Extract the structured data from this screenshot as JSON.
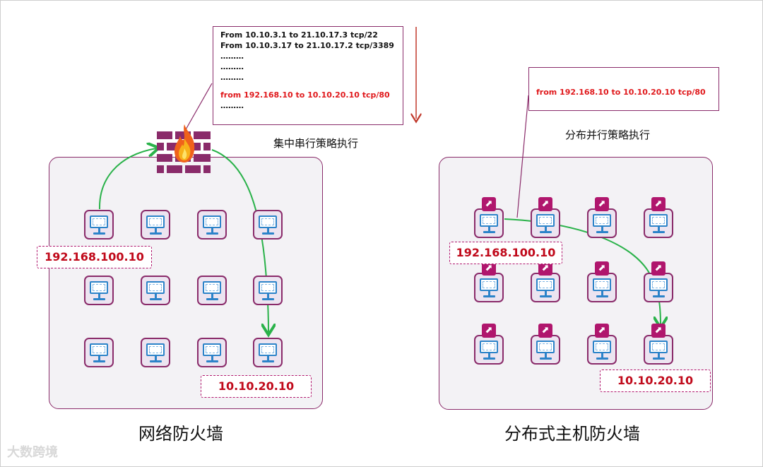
{
  "left": {
    "rules": [
      "From 10.10.3.1 to 21.10.17.3 tcp/22",
      "From 10.10.3.17 to 21.10.17.2 tcp/3389",
      "………",
      "………",
      "………"
    ],
    "highlight_rule": "from 192.168.10 to 10.10.20.10 tcp/80",
    "rule_after": "………",
    "note": "集中串行策略执行",
    "source_ip": "192.168.100.10",
    "dest_ip": "10.10.20.10",
    "title": "网络防火墙"
  },
  "right": {
    "highlight_rule": "from 192.168.10 to 10.10.20.10 tcp/80",
    "note": "分布并行策略执行",
    "source_ip": "192.168.100.10",
    "dest_ip": "10.10.20.10",
    "title": "分布式主机防火墙"
  },
  "watermark": "大数跨境",
  "icons": {
    "firewall": "firewall-brick-icon",
    "flame": "flame-icon",
    "host": "monitor-icon",
    "agent": "host-firewall-agent-icon"
  },
  "colors": {
    "accent": "#8a2b6a",
    "traffic": "#2ab24a",
    "ip_text": "#c0091a",
    "rule_highlight": "#e0191c",
    "arrow": "#c0392b"
  }
}
